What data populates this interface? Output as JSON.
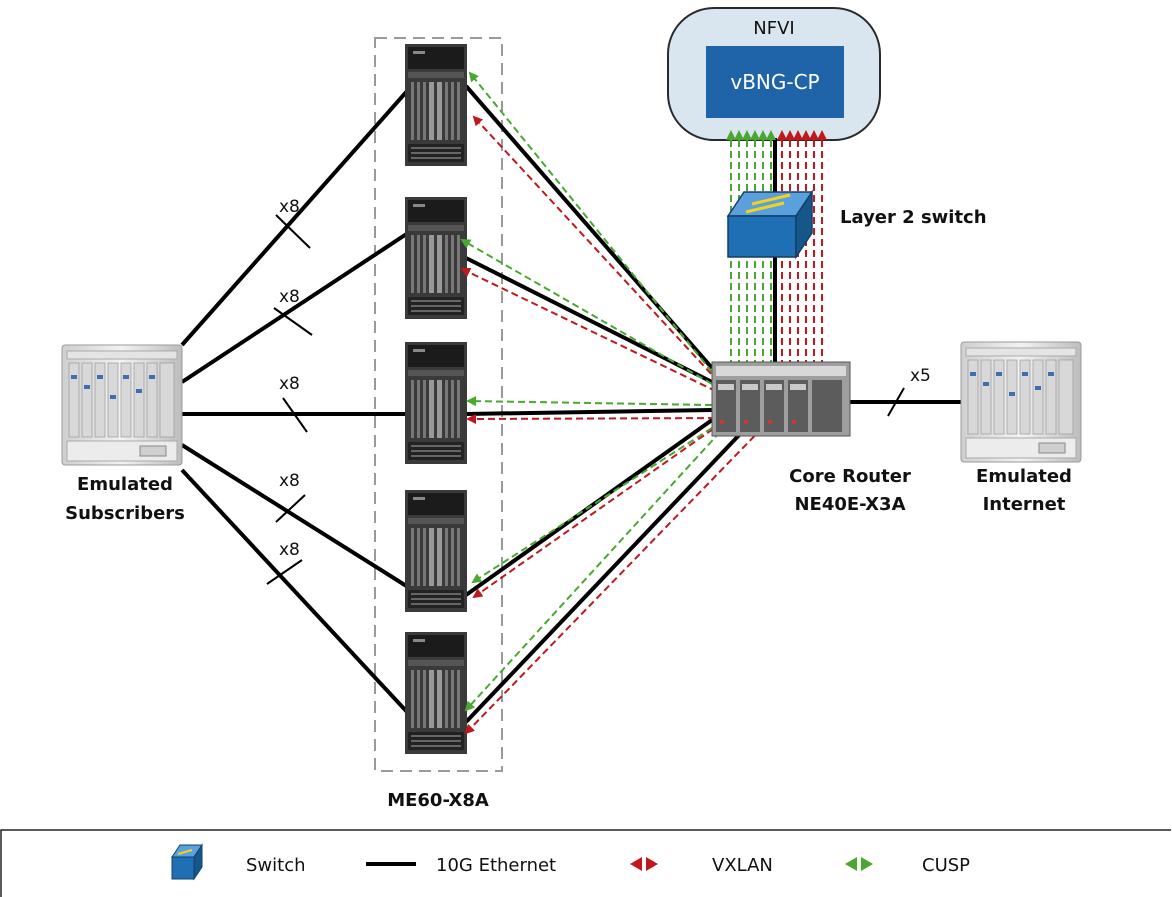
{
  "nfvi": {
    "title": "NFVI",
    "function": "vBNG-CP"
  },
  "layer2_switch": {
    "label": "Layer 2 switch"
  },
  "core_router": {
    "line1": "Core Router",
    "line2": "NE40E-X3A"
  },
  "emulated_internet": {
    "line1": "Emulated",
    "line2": "Internet",
    "link_count": "x5"
  },
  "emulated_subscribers": {
    "line1": "Emulated",
    "line2": "Subscribers"
  },
  "me60": {
    "label": "ME60-X8A",
    "link_counts": [
      "x8",
      "x8",
      "x8",
      "x8",
      "x8"
    ]
  },
  "legend": {
    "switch": "Switch",
    "ethernet": "10G Ethernet",
    "vxlan": "VXLAN",
    "cusp": "CUSP"
  },
  "colors": {
    "vxlan": "#c0181d",
    "cusp": "#4aa832",
    "ethernet": "#000000",
    "nfvi_fill": "#d9e6f0",
    "vbng_fill": "#1f64a8",
    "switch_fill": "#1e6fb3"
  }
}
